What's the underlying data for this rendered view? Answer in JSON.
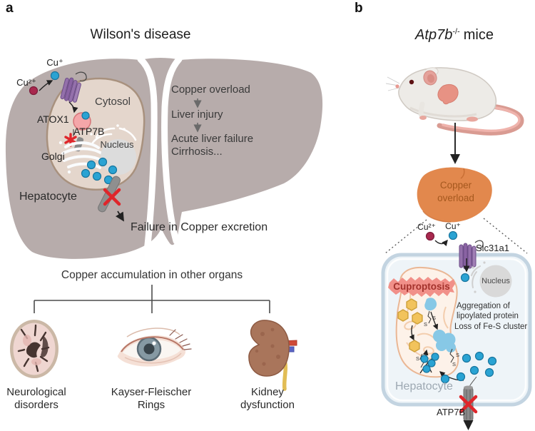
{
  "panels": {
    "a": {
      "label": "a",
      "title": "Wilson's disease",
      "cu_plus": "Cu⁺",
      "cu2_plus": "Cu²⁺",
      "cytosol": "Cytosol",
      "atox1": "ATOX1",
      "atp7b": "ATP7B",
      "nucleus": "Nucleus",
      "golgi": "Golgi",
      "hepatocyte": "Hepatocyte",
      "cascade": [
        "Copper overload",
        "Liver injury",
        "Acute liver failure",
        "Cirrhosis..."
      ],
      "failure": "Failure in Copper excretion",
      "accumulation": "Copper accumulation in other organs",
      "organs": [
        {
          "icon": "brain-icon",
          "label": "Neurological\ndisorders"
        },
        {
          "icon": "eye-icon",
          "label": "Kayser-Fleischer\nRings"
        },
        {
          "icon": "kidney-icon",
          "label": "Kidney\ndysfunction"
        }
      ]
    },
    "b": {
      "label": "b",
      "title_gene": "Atp7b",
      "title_sup": "-/-",
      "title_rest": "mice",
      "copper_overload": "Copper\noverload",
      "cu2_plus": "Cu²⁺",
      "cu_plus": "Cu⁺",
      "slc31a1": "Slc31a1",
      "nucleus": "Nucleus",
      "cuproptosis": "Cuproptosis",
      "aggregation": "Aggregation of\nlipoylated protein",
      "loss": "Loss of Fe-S cluster",
      "hepatocyte": "Hepatocyte",
      "atp7b": "ATP7B",
      "s_tag": "S"
    }
  },
  "colors": {
    "liver_gray": "#b7acab",
    "hepatocyte_fill": "#e4d6cc",
    "hepatocyte_stroke": "#a8917e",
    "copper_blue": "#2aa3d3",
    "copper_red": "#a8284e",
    "transporter_purple": "#9470ab",
    "atox1_pink": "#f4a6a9",
    "red_x": "#df262b",
    "orange_liver": "#e2884d",
    "cell_fill": "#eef4f8",
    "cell_border": "#c3d4e1",
    "mito_fill": "#fdf2e9",
    "mito_stroke": "#eab795",
    "cuproptosis_band": "#f19089",
    "hexagon_yellow": "#f2c35c",
    "fes_blue": "#87c8e6",
    "nucleus_gray": "#d9d9d9"
  }
}
